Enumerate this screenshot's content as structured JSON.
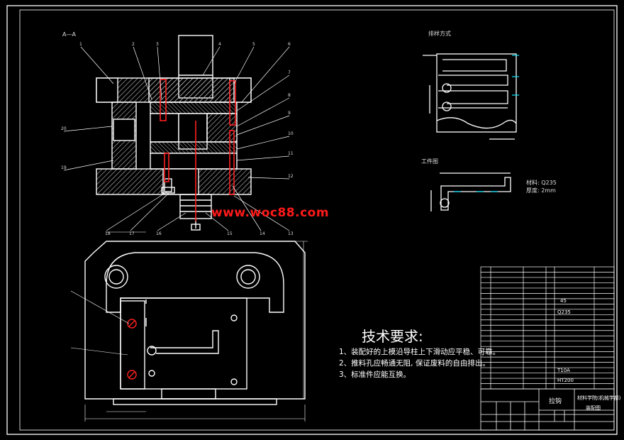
{
  "watermark": "www.woc88.com",
  "section_label": "A—A",
  "layout_label": "排样方式",
  "part_label": "工件图",
  "material_label": "材料: Q235",
  "thickness_label": "厚度: 2mm",
  "tech_requirements": {
    "title": "技术要求:",
    "items": [
      "1、装配好的上模沿导柱上下滑动应平稳、可靠。",
      "2、推料孔应畅通无阻, 保证废料的自由排出。",
      "3、标准件应能互换。"
    ]
  },
  "title_block": {
    "drawing_name": "拉钩",
    "school": "材料学院(机械学部)",
    "drawing_type": "装配图"
  },
  "bom_sample": [
    "Q235",
    "45",
    "T10A",
    "HT200"
  ],
  "colors": {
    "outline": "#ffffff",
    "leader": "#ffffff",
    "part_red": "#ff2020",
    "cyan": "#00e5ff",
    "hatch": "#cfcfcf",
    "watermark": "#ff1a1a"
  }
}
